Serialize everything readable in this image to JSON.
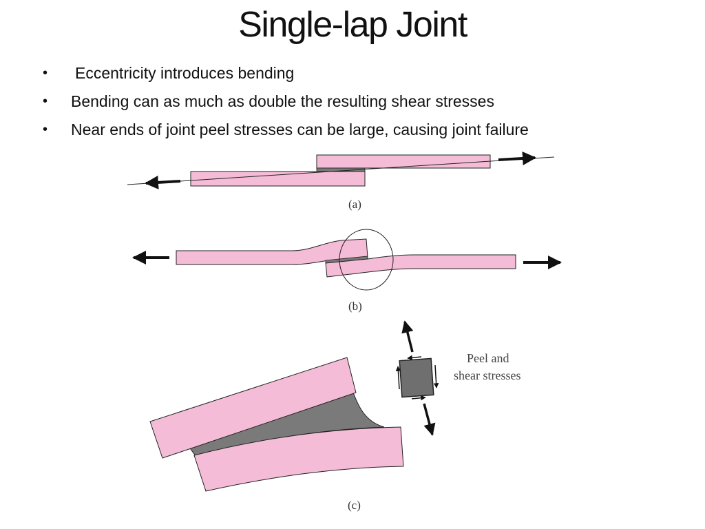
{
  "slide": {
    "title": "Single-lap Joint",
    "bullets": [
      "Eccentricity introduces bending",
      "Bending can as much as double the resulting shear stresses",
      "Near ends of joint peel stresses can be large, causing joint failure"
    ]
  },
  "figure": {
    "caption_a": "(a)",
    "caption_b": "(b)",
    "caption_c": "(c)",
    "note_line1": "Peel and",
    "note_line2": "shear stresses"
  },
  "colors": {
    "adherend": "#f4bcd6",
    "adhesive": "#7a7a7a",
    "stroke": "#222222"
  }
}
